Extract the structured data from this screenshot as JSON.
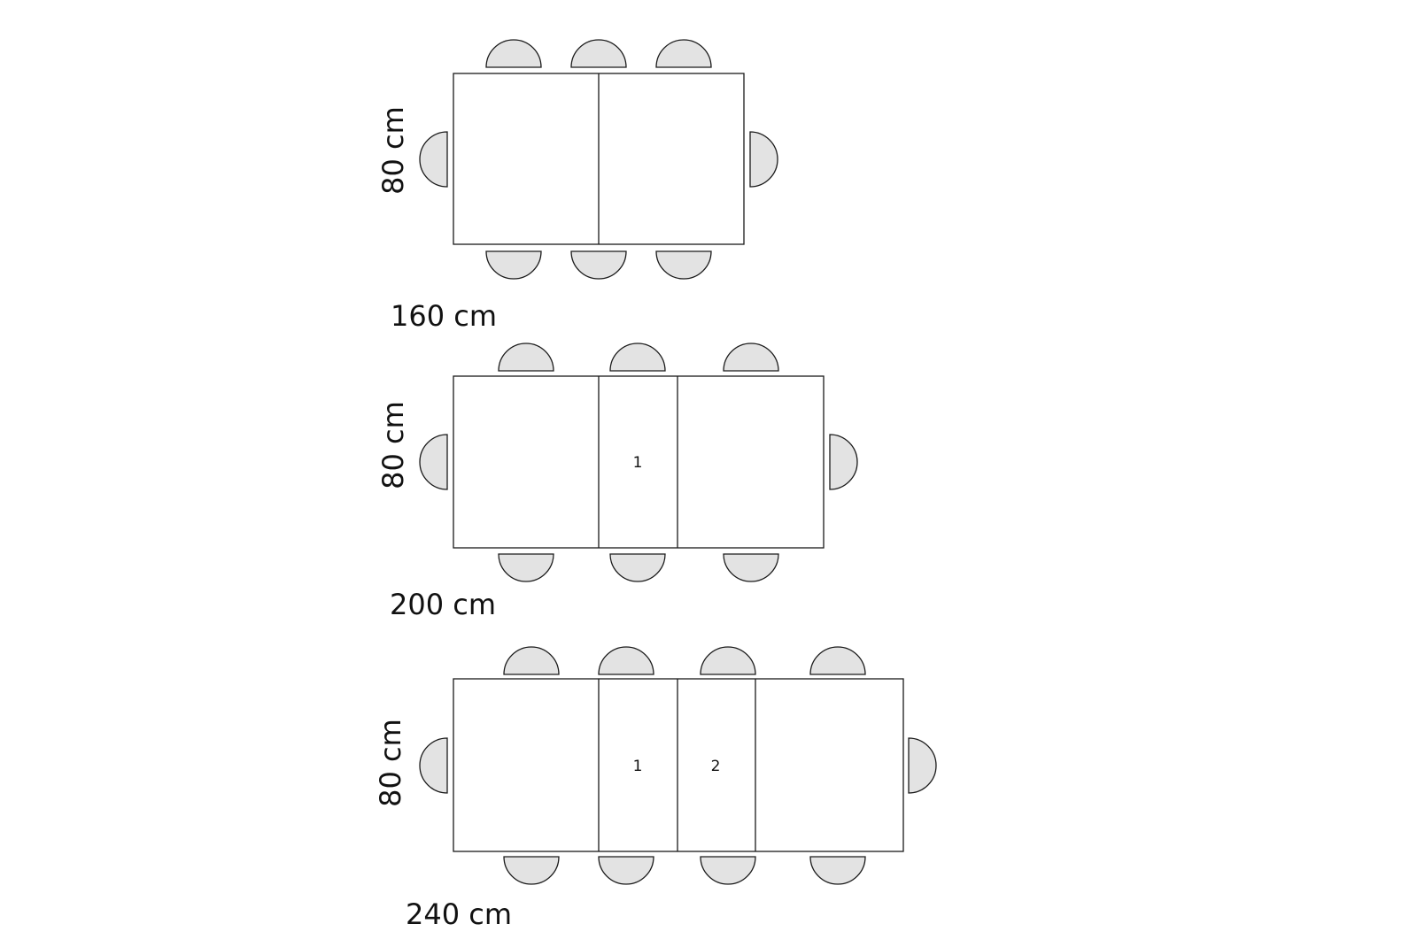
{
  "layouts": [
    {
      "width_label": "160 cm",
      "depth_label": "80 cm",
      "leaves": []
    },
    {
      "width_label": "200 cm",
      "depth_label": "80 cm",
      "leaves": [
        "1"
      ]
    },
    {
      "width_label": "240 cm",
      "depth_label": "80 cm",
      "leaves": [
        "1",
        "2"
      ]
    }
  ],
  "colors": {
    "outline": "#1a1a1a",
    "chair_fill": "#e3e3e3",
    "background": "#ffffff"
  }
}
